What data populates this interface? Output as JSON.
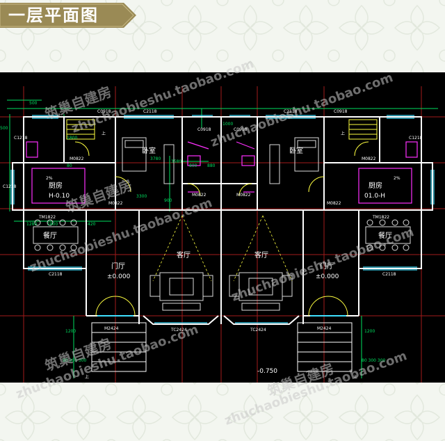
{
  "title": "一层平面图",
  "colors": {
    "banner": "#9a8a55",
    "plan_bg": "#000000",
    "wall": "#ffffff",
    "axis": "#ff3030",
    "dim": "#00e060",
    "furniture": "#ffff40",
    "fixture": "#ff30ff",
    "door": "#40e0ff"
  },
  "rooms": {
    "bedroom_left": "卧室",
    "bedroom_right": "卧室",
    "kitchen_left": "厨房",
    "kitchen_left_level": "H-0.10",
    "kitchen_right": "厨房",
    "kitchen_right_level": "01.0-H",
    "dining_left": "餐厅",
    "dining_right": "餐厅",
    "living_left": "客厅",
    "living_right": "客厅",
    "foyer_left": "门厅",
    "foyer_left_level": "±0.000",
    "foyer_right": "门厅",
    "foyer_right_level": "±0.000",
    "outside_level": "-0.750"
  },
  "labels": {
    "dim_500_top": "500",
    "dim_500_left": "500",
    "c0918_left": "C0918",
    "c2118_top_left": "C2118",
    "c0918_mid_left": "C0918",
    "dim_1000": "1000",
    "c0918_mid_right": "C0918",
    "c2118_top_right": "C2118",
    "c0918_right": "C0918",
    "c1218_left": "C1218",
    "c1218_right": "C1218",
    "m0822_1": "M0822",
    "m0822_2": "M0822",
    "m0822_3": "M0822",
    "m0822_4": "M0822",
    "m0822_5": "M0822",
    "m0822_6": "M0822",
    "dim_3780": "3780",
    "dim_3580": "3580",
    "dim_800": "800",
    "dim_880": "880",
    "dim_1800_side": "1800",
    "dim_80_a": "80",
    "dim_3300": "3300",
    "dim_900": "900",
    "dim_1280": "1280",
    "dim_1800": "1800",
    "dim_420": "420",
    "tm1822_left": "TM1822",
    "tm1822_right": "TM1822",
    "c1218_left2": "C1218",
    "c2118_bottom_left": "C2118",
    "c2118_bottom_right": "C2118",
    "tc2424_left": "TC2424",
    "tc2424_right": "TC2424",
    "m2424_left": "M2424",
    "m2424_right": "M2424",
    "dim_1200_left": "1200",
    "dim_80_300_300": "80 300 300",
    "dim_1200_right": "1200",
    "dim_80_300_300_r": "80 300 300",
    "up_left": "上",
    "up_right": "上",
    "up_stair_left": "上",
    "up_stair_right": "上",
    "scale_2pct_left": "2%",
    "scale_2pct_right": "2%"
  },
  "watermarks": {
    "brand": "筑巢自建房",
    "url": "zhuchaobieshu.taobao.com"
  }
}
